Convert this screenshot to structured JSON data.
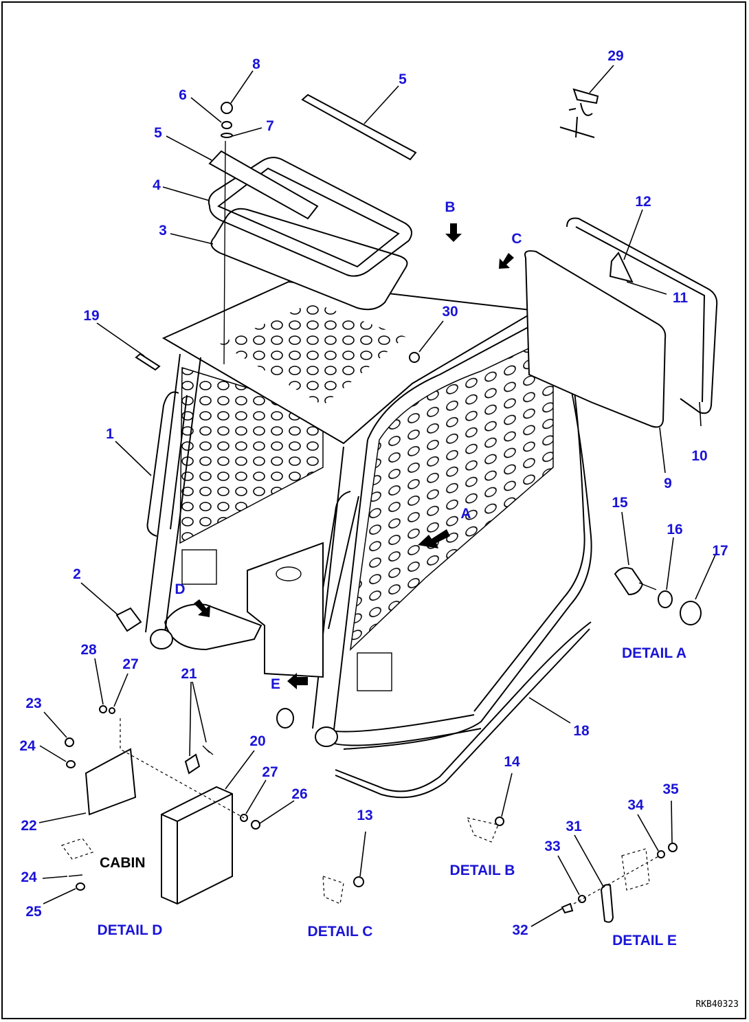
{
  "callouts": {
    "c1": "1",
    "c2": "2",
    "c3": "3",
    "c4": "4",
    "c5a": "5",
    "c5b": "5",
    "c6": "6",
    "c7": "7",
    "c8": "8",
    "c9": "9",
    "c10": "10",
    "c11": "11",
    "c12": "12",
    "c13": "13",
    "c14": "14",
    "c15": "15",
    "c16": "16",
    "c17": "17",
    "c18": "18",
    "c19": "19",
    "c20": "20",
    "c21": "21",
    "c22": "22",
    "c23": "23",
    "c24a": "24",
    "c24b": "24",
    "c25": "25",
    "c26": "26",
    "c27a": "27",
    "c27b": "27",
    "c28": "28",
    "c29": "29",
    "c30": "30",
    "c31": "31",
    "c32": "32",
    "c33": "33",
    "c34": "34",
    "c35": "35"
  },
  "view_markers": {
    "A": "A",
    "B": "B",
    "C": "C",
    "D": "D",
    "E": "E"
  },
  "detail_labels": {
    "a": "DETAIL A",
    "b": "DETAIL B",
    "c": "DETAIL C",
    "d": "DETAIL D",
    "e": "DETAIL E"
  },
  "cabin_label": "CABIN",
  "drawing_code": "RKB40323",
  "colors": {
    "callout": "#1a14d6",
    "line": "#000000"
  }
}
